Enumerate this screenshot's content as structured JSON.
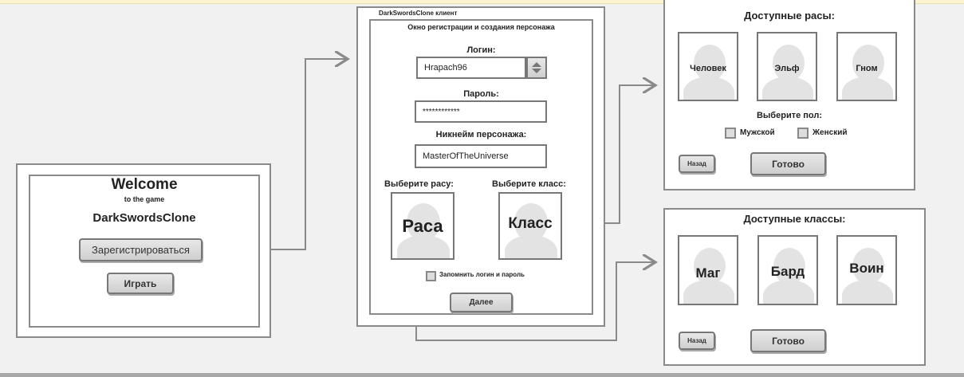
{
  "welcome": {
    "title": "Welcome",
    "subtitle": "to the game",
    "game_name": "DarkSwordsClone",
    "register_label": "Зарегистрироваться",
    "play_label": "Играть"
  },
  "client": {
    "window_title": "DarkSwordsClone клиент",
    "panel_title": "Окно регистрации и создания персонажа",
    "login_label": "Логин:",
    "login_value": "Hrapach96",
    "password_label": "Пароль:",
    "password_value": "************",
    "nickname_label": "Никнейм персонажа:",
    "nickname_value": "MasterOfTheUniverse",
    "choose_race_label": "Выберите расу:",
    "choose_class_label": "Выберите класс:",
    "race_portrait_label": "Раса",
    "class_portrait_label": "Класс",
    "remember_label": "Запомнить логин и пароль",
    "next_label": "Далее"
  },
  "races": {
    "title": "Доступные расы:",
    "items": [
      "Человек",
      "Эльф",
      "Гном"
    ],
    "gender_title": "Выберите пол:",
    "male_label": "Мужской",
    "female_label": "Женский",
    "back_label": "Назад",
    "done_label": "Готово"
  },
  "classes": {
    "title": "Доступные классы:",
    "items": [
      "Маг",
      "Бард",
      "Воин"
    ],
    "back_label": "Назад",
    "done_label": "Готово"
  },
  "colors": {
    "background": "#f1f1f1",
    "border": "#8a8a8a",
    "connector": "#8a8a8a",
    "placeholder": "#e3e3e3"
  }
}
